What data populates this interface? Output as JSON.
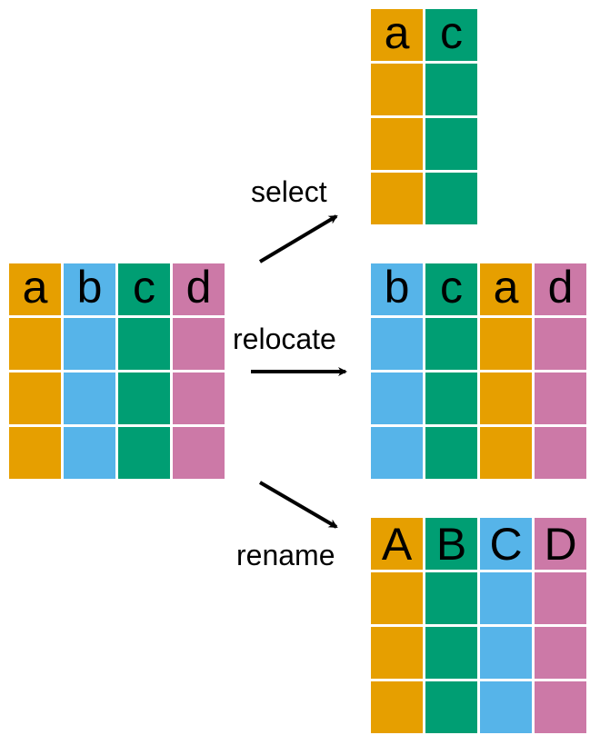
{
  "colors": {
    "orange": "#E69F00",
    "skyblue": "#56B4E9",
    "green": "#009E73",
    "pink": "#CC79A7"
  },
  "source": {
    "columns": [
      {
        "name": "a",
        "color": "#E69F00"
      },
      {
        "name": "b",
        "color": "#56B4E9"
      },
      {
        "name": "c",
        "color": "#009E73"
      },
      {
        "name": "d",
        "color": "#CC79A7"
      }
    ],
    "body_rows": 3
  },
  "operations": {
    "select": {
      "label": "select",
      "columns": [
        {
          "name": "a",
          "color": "#E69F00"
        },
        {
          "name": "c",
          "color": "#009E73"
        }
      ],
      "body_rows": 3
    },
    "relocate": {
      "label": "relocate",
      "columns": [
        {
          "name": "b",
          "color": "#56B4E9"
        },
        {
          "name": "c",
          "color": "#009E73"
        },
        {
          "name": "a",
          "color": "#E69F00"
        },
        {
          "name": "d",
          "color": "#CC79A7"
        }
      ],
      "body_rows": 3
    },
    "rename": {
      "label": "rename",
      "columns": [
        {
          "name": "A",
          "color": "#E69F00"
        },
        {
          "name": "B",
          "color": "#009E73"
        },
        {
          "name": "C",
          "color": "#56B4E9"
        },
        {
          "name": "D",
          "color": "#CC79A7"
        }
      ],
      "body_rows": 3
    }
  }
}
